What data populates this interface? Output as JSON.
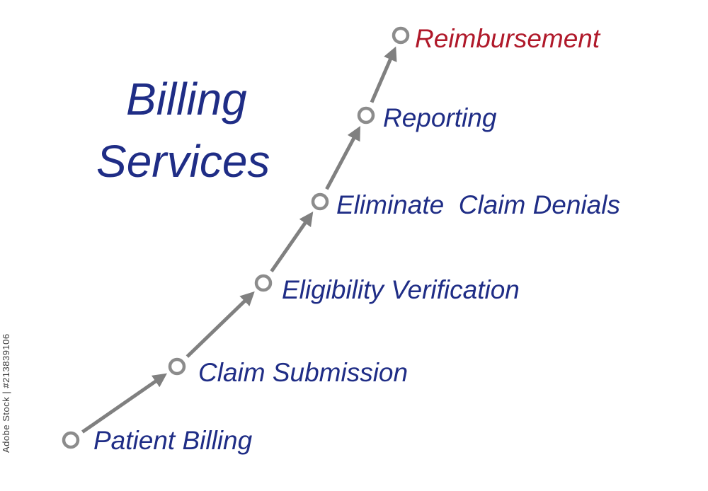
{
  "title": {
    "line1": "Billing",
    "line2": "Services"
  },
  "steps": [
    {
      "label": "Patient Billing"
    },
    {
      "label": "Claim Submission"
    },
    {
      "label": "Eligibility Verification"
    },
    {
      "label": "Eliminate  Claim Denials"
    },
    {
      "label": "Reporting"
    },
    {
      "label": "Reimbursement"
    }
  ],
  "side_caption": "Adobe Stock | #213839106",
  "colors": {
    "text": "#1f2d86",
    "final_step": "#b0192a",
    "node_stroke": "#8c8c8c",
    "arrow": "#808080"
  }
}
